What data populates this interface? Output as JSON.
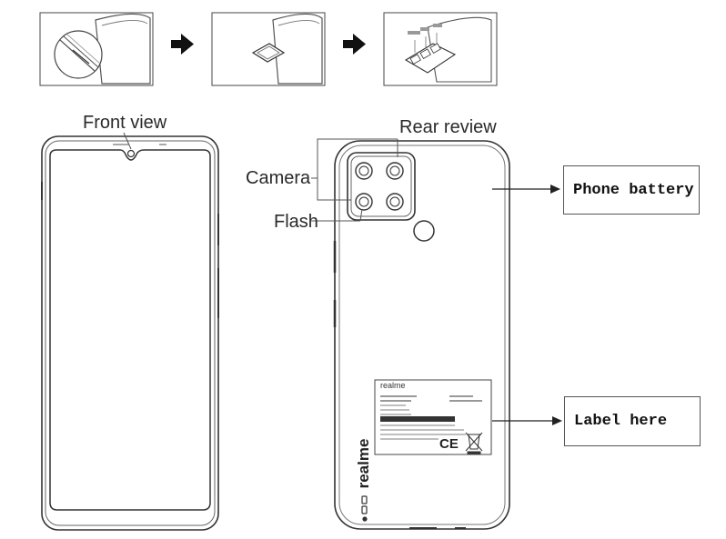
{
  "labels": {
    "front_view": "Front view",
    "rear_review": "Rear review",
    "camera": "Camera",
    "flash": "Flash",
    "phone_battery": "Phone battery",
    "label_here": "Label here"
  },
  "device_label": {
    "brand": "realme",
    "ce_mark": "CE"
  },
  "back_brand": "realme"
}
